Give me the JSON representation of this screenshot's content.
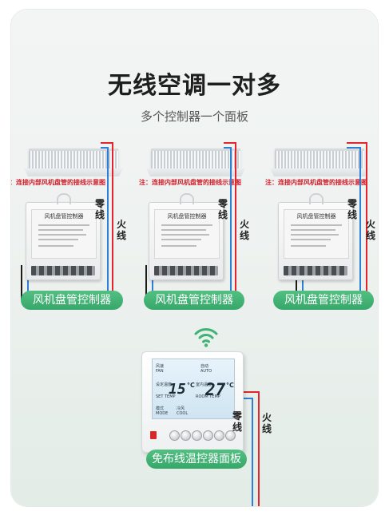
{
  "header": {
    "title": "无线空调一对多",
    "subtitle": "多个控制器一个面板"
  },
  "units": [
    {
      "note": "注：连接内部风机盘管的接线示意图",
      "controller_name": "风机盘管控制器",
      "label": "风机盘管控制器",
      "neutral_label": "零线",
      "live_label": "火线"
    },
    {
      "note": "注：连接内部风机盘管的接线示意图",
      "controller_name": "风机盘管控制器",
      "label": "风机盘管控制器",
      "neutral_label": "零线",
      "live_label": "火线"
    },
    {
      "note": "注：连接内部风机盘管的接线示意图",
      "controller_name": "风机盘管控制器",
      "label": "风机盘管控制器",
      "neutral_label": "零线",
      "live_label": "火线"
    }
  ],
  "thermostat": {
    "fan_cn": "风速",
    "fan_en": "FAN",
    "mode_cn": "自动",
    "mode_en": "AUTO",
    "set_temp_cn": "设定温度",
    "set_temp_en": "SET TEMP",
    "set_temp_value": "15",
    "room_temp_cn": "室内温度",
    "room_temp_en": "ROOM TEMP",
    "room_temp_value": "27",
    "unit": "°C",
    "mode2_cn": "模式",
    "mode2_en": "MODE",
    "cool_cn": "冷风",
    "cool_en": "COOL",
    "label": "免布线温控器面板",
    "neutral_label": "零线",
    "live_label": "火线"
  },
  "colors": {
    "accent_green": "#3fb373",
    "live_wire": "#e3242b",
    "neutral_wire": "#2f7fd6",
    "note_red": "#d21e2a"
  },
  "icons": {
    "wireless": "wifi-icon"
  }
}
